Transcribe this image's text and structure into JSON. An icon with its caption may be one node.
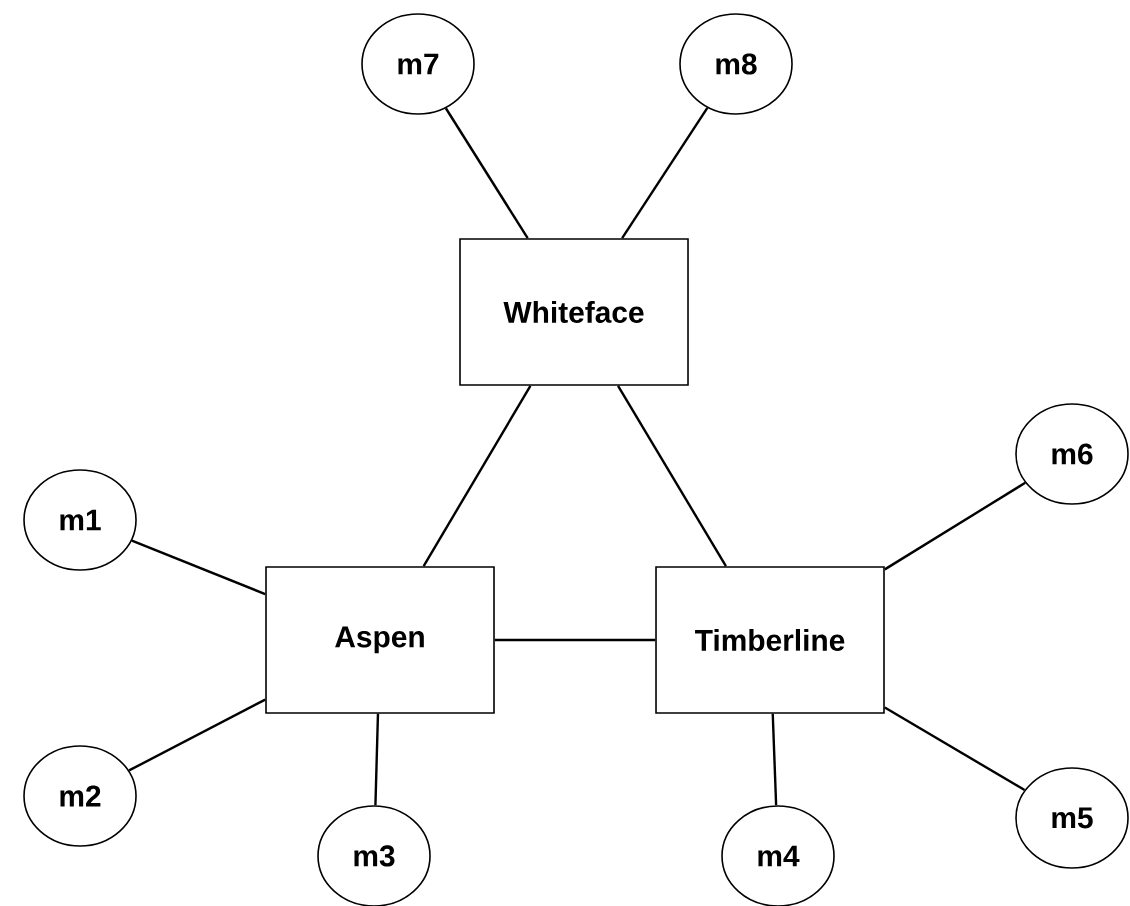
{
  "diagram": {
    "nodes": [
      {
        "text": [
          "m7"
        ]
      },
      {
        "text": [
          "m8"
        ]
      },
      {
        "text": [
          "Whiteface"
        ]
      },
      {
        "text": [
          "m6"
        ]
      },
      {
        "text": [
          "m1"
        ]
      },
      {
        "text": [
          "Aspen"
        ]
      },
      {
        "text": [
          "Timberline"
        ]
      },
      {
        "text": [
          "m2"
        ]
      },
      {
        "text": [
          "m5"
        ]
      },
      {
        "text": [
          "m3"
        ]
      },
      {
        "text": [
          "m4"
        ]
      }
    ],
    "edges": [
      {
        "from": 2,
        "to": 0,
        "arrow": "none"
      },
      {
        "from": 2,
        "to": 1,
        "arrow": "none"
      },
      {
        "from": 2,
        "to": 5,
        "arrow": "none"
      },
      {
        "from": 2,
        "to": 6,
        "arrow": "none"
      },
      {
        "from": 5,
        "to": 6,
        "arrow": "none"
      },
      {
        "from": 5,
        "to": 4,
        "arrow": "none"
      },
      {
        "from": 5,
        "to": 7,
        "arrow": "none"
      },
      {
        "from": 5,
        "to": 9,
        "arrow": "none"
      },
      {
        "from": 6,
        "to": 3,
        "arrow": "none"
      },
      {
        "from": 6,
        "to": 8,
        "arrow": "none"
      },
      {
        "from": 6,
        "to": 10,
        "arrow": "none"
      }
    ]
  }
}
